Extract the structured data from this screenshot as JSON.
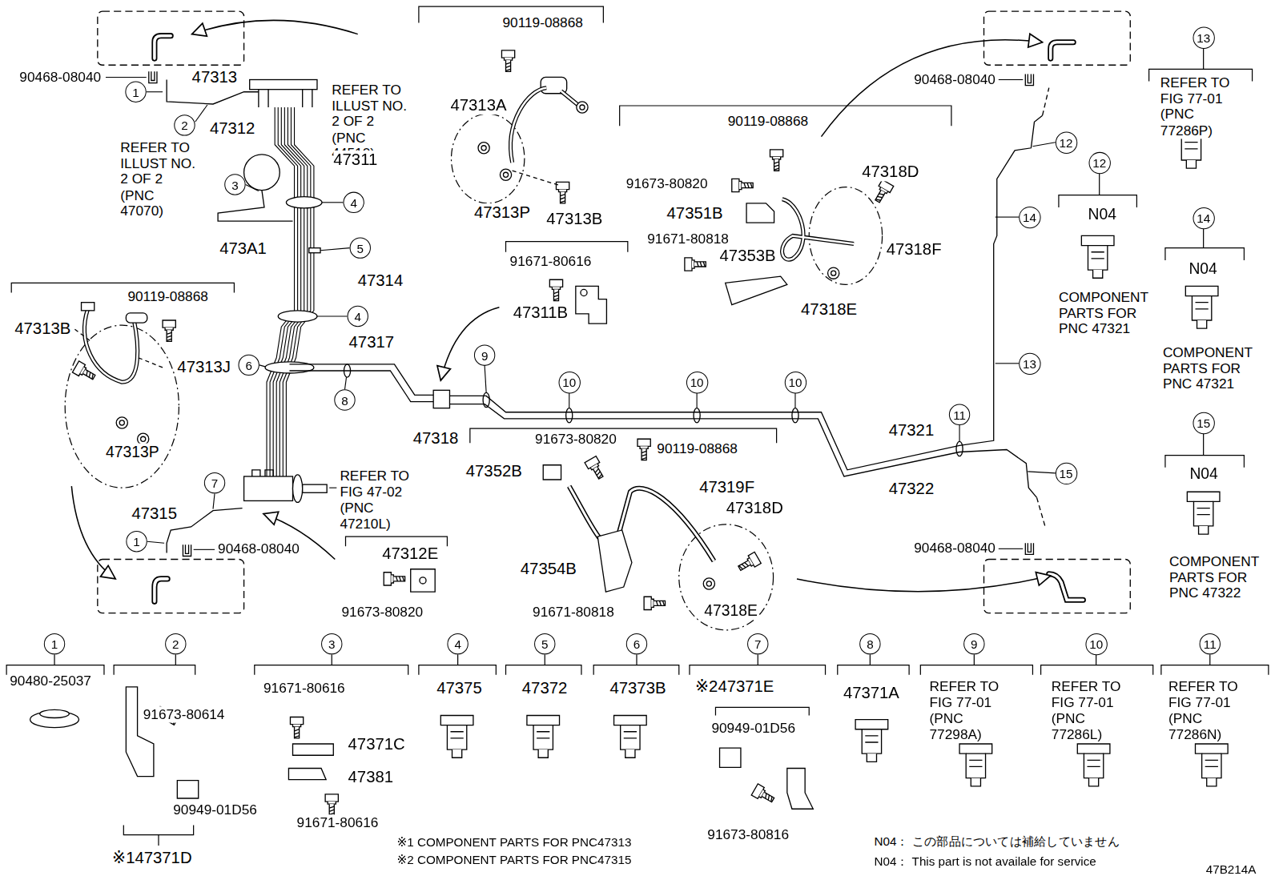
{
  "diagram": {
    "nodes": [
      {
        "text": [
          "13"
        ]
      },
      {
        "text": [
          "1"
        ]
      },
      {
        "text": [
          "2"
        ]
      },
      {
        "text": [
          "12"
        ]
      },
      {
        "text": [
          "12"
        ]
      },
      {
        "text": [
          "3"
        ]
      },
      {
        "text": [
          "4"
        ]
      },
      {
        "text": [
          "14"
        ]
      },
      {
        "text": [
          "14"
        ]
      },
      {
        "text": [
          "5"
        ]
      },
      {
        "text": [
          "4"
        ]
      },
      {
        "text": [
          "9"
        ]
      },
      {
        "text": [
          "13"
        ]
      },
      {
        "text": [
          "6"
        ]
      },
      {
        "text": [
          "10"
        ]
      },
      {
        "text": [
          "10"
        ]
      },
      {
        "text": [
          "10"
        ]
      },
      {
        "text": [
          "8"
        ]
      },
      {
        "text": [
          "11"
        ]
      },
      {
        "text": [
          "15"
        ]
      },
      {
        "text": [
          "15"
        ]
      },
      {
        "text": [
          "7"
        ]
      },
      {
        "text": [
          "1"
        ]
      },
      {
        "text": [
          "1"
        ]
      },
      {
        "text": [
          "2"
        ]
      },
      {
        "text": [
          "3"
        ]
      },
      {
        "text": [
          "4"
        ]
      },
      {
        "text": [
          "5"
        ]
      },
      {
        "text": [
          "6"
        ]
      },
      {
        "text": [
          "7"
        ]
      },
      {
        "text": [
          "8"
        ]
      },
      {
        "text": [
          "9"
        ]
      },
      {
        "text": [
          "10"
        ]
      },
      {
        "text": [
          "11"
        ]
      }
    ],
    "labels": [
      "90468-08040",
      "47313",
      "REFER TO ILLUST NO. 2 OF 2 (PNC 44510)",
      "47312",
      "47311",
      "REFER TO ILLUST NO. 2 OF 2 (PNC 47070)",
      "473A1",
      "47314",
      "47317",
      "47318",
      "90119-08868",
      "47313B",
      "47313J",
      "47313P",
      "47315",
      "90468-08040",
      "REFER TO FIG 47-02 (PNC 47210L)",
      "47312E",
      "91673-80820",
      "90119-08868",
      "47313A",
      "47313P",
      "47313B",
      "91671-80616",
      "47311B",
      "90119-08868",
      "91673-80820",
      "47318D",
      "47351B",
      "91671-80818",
      "47353B",
      "47318F",
      "47318E",
      "47321",
      "47322",
      "90468-08040",
      "90468-08040",
      "91673-80820",
      "90119-08868",
      "47352B",
      "47319F",
      "47318D",
      "47354B",
      "91671-80818",
      "47318E",
      "REFER TO FIG 77-01 (PNC 77286P)",
      "N04",
      "COMPONENT PARTS FOR PNC 47321",
      "N04",
      "COMPONENT PARTS FOR PNC 47321",
      "N04",
      "COMPONENT PARTS FOR PNC 47322",
      "90480-25037",
      "91673-80614",
      "90949-01D56",
      "※147371D",
      "91671-80616",
      "47371C",
      "47381",
      "91671-80616",
      "47375",
      "47372",
      "47373B",
      "※247371E",
      "90949-01D56",
      "91673-80816",
      "47371A",
      "REFER TO FIG 77-01 (PNC 77298A)",
      "REFER TO FIG 77-01 (PNC 77286L)",
      "REFER TO FIG 77-01 (PNC 77286N)",
      "※1 COMPONENT PARTS FOR PNC47313",
      "※2 COMPONENT PARTS FOR PNC47315",
      "N04： この部品については補給していません",
      "N04： This part is not availale for service",
      "47B214A"
    ]
  }
}
